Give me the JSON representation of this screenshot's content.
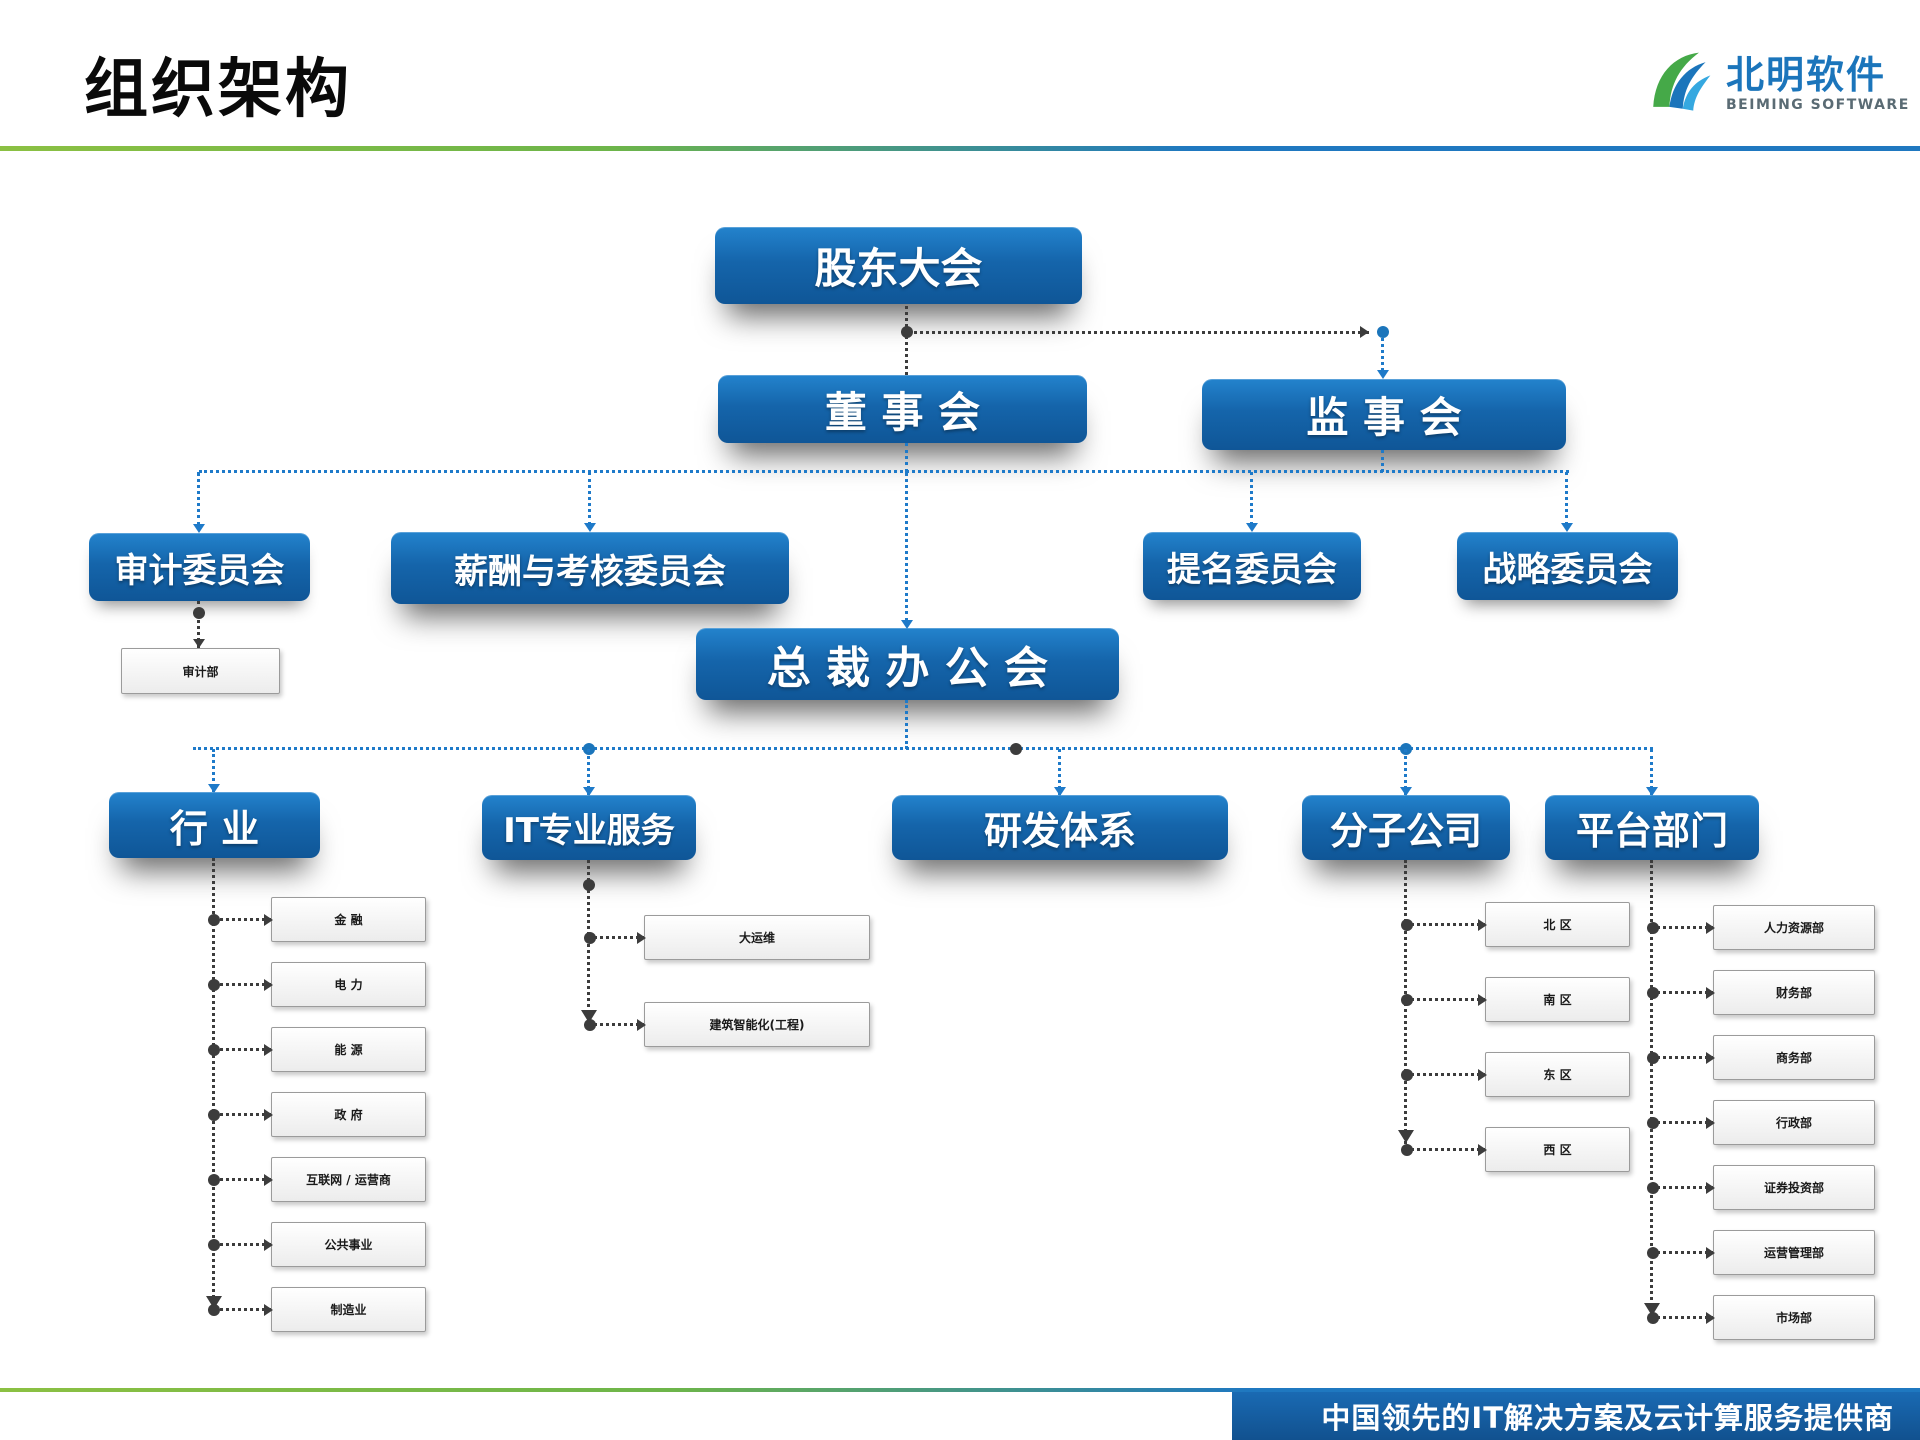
{
  "page": {
    "title": "组织架构"
  },
  "logo": {
    "name": "北明软件",
    "subtitle": "BEIMING SOFTWARE"
  },
  "org": {
    "shareholders": "股东大会",
    "board": "董 事 会",
    "supervisory": "监 事 会",
    "committees": [
      "审计委员会",
      "薪酬与考核委员会",
      "提名委员会",
      "战略委员会"
    ],
    "audit_dept": "审计部",
    "president_office": "总 裁 办 公 会",
    "divisions": [
      "行  业",
      "IT专业服务",
      "研发体系",
      "分子公司",
      "平台部门"
    ],
    "industry": [
      "金  融",
      "电  力",
      "能  源",
      "政  府",
      "互联网 / 运营商",
      "公共事业",
      "制造业"
    ],
    "it_services": [
      "大运维",
      "建筑智能化(工程)"
    ],
    "regions": [
      "北  区",
      "南  区",
      "东  区",
      "西  区"
    ],
    "platform": [
      "人力资源部",
      "财务部",
      "商务部",
      "行政部",
      "证券投资部",
      "运营管理部",
      "市场部"
    ]
  },
  "footer": {
    "tagline": "中国领先的IT解决方案及云计算服务提供商"
  },
  "colors": {
    "brand_blue": "#1565ab",
    "brand_green": "#6db54a",
    "line_blue": "#1e7ac9",
    "line_dark": "#3c3c3c"
  }
}
